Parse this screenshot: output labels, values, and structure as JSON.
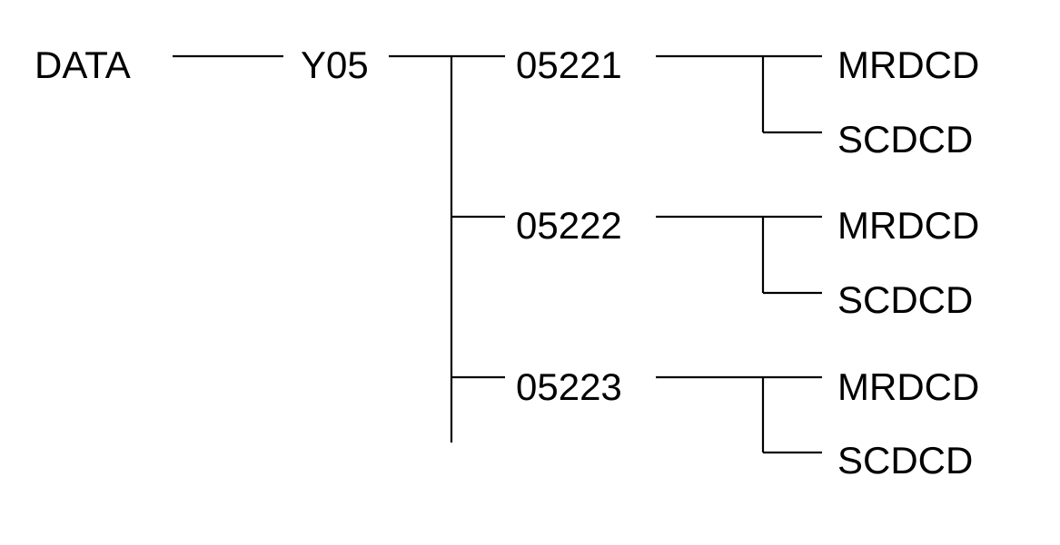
{
  "diagram": {
    "root": "DATA",
    "level1": "Y05",
    "branches": [
      {
        "label": "05221",
        "leaves": [
          "MRDCD",
          "SCDCD"
        ]
      },
      {
        "label": "05222",
        "leaves": [
          "MRDCD",
          "SCDCD"
        ]
      },
      {
        "label": "05223",
        "leaves": [
          "MRDCD",
          "SCDCD"
        ]
      }
    ]
  }
}
